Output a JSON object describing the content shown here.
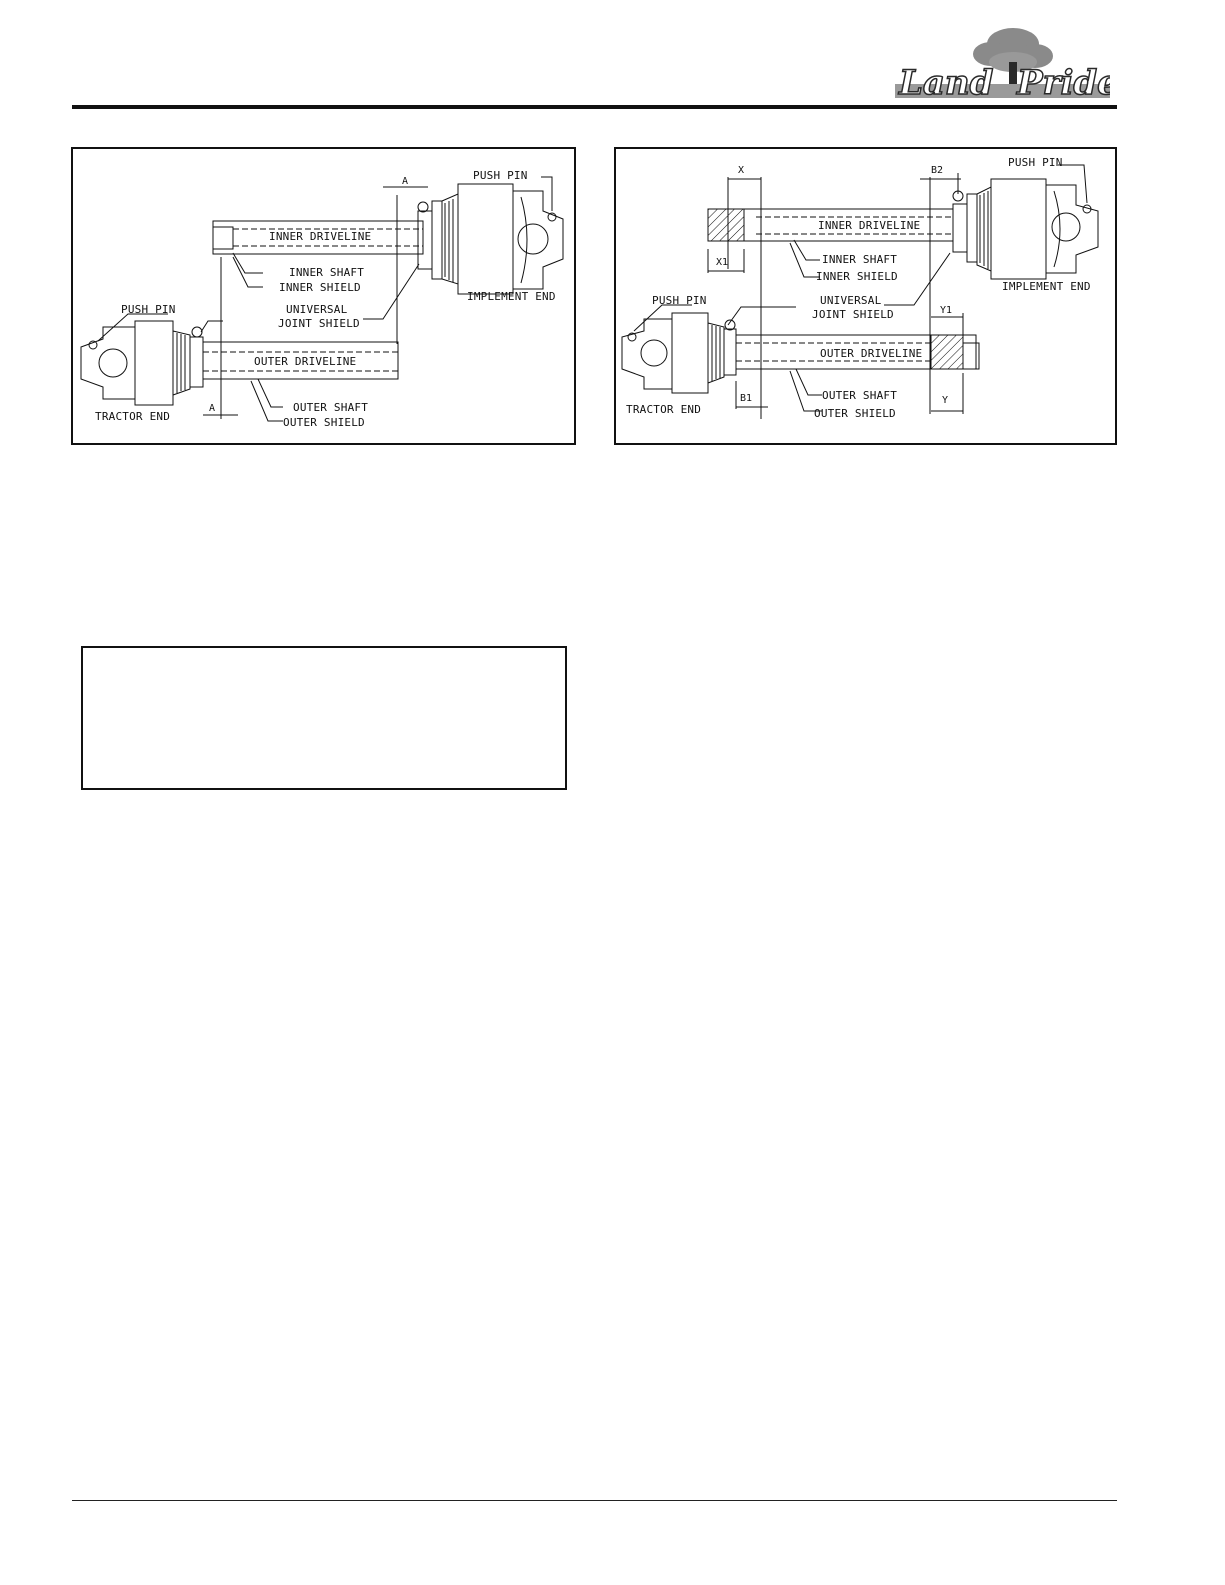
{
  "header": {
    "logo": {
      "text": "LandPride",
      "icon": "tree-icon"
    }
  },
  "figure_left": {
    "labels": {
      "push_pin_implement": "PUSH PIN",
      "dim_a_top": "A",
      "inner_driveline": "INNER DRIVELINE",
      "inner_shaft": "INNER SHAFT",
      "inner_shield": "INNER SHIELD",
      "implement_end": "IMPLEMENT END",
      "push_pin_tractor": "PUSH PIN",
      "universal": "UNIVERSAL",
      "joint_shield": "JOINT SHIELD",
      "outer_driveline": "OUTER DRIVELINE",
      "tractor_end": "TRACTOR END",
      "dim_a_bottom": "A",
      "outer_shaft": "OUTER SHAFT",
      "outer_shield": "OUTER SHIELD"
    }
  },
  "figure_right": {
    "labels": {
      "dim_x": "X",
      "dim_b2": "B2",
      "push_pin_implement": "PUSH PIN",
      "inner_driveline": "INNER DRIVELINE",
      "dim_x1": "X1",
      "inner_shaft": "INNER SHAFT",
      "inner_shield": "INNER SHIELD",
      "implement_end": "IMPLEMENT END",
      "push_pin_tractor": "PUSH PIN",
      "universal": "UNIVERSAL",
      "joint_shield": "JOINT SHIELD",
      "dim_y1": "Y1",
      "outer_driveline": "OUTER DRIVELINE",
      "tractor_end": "TRACTOR END",
      "dim_b1": "B1",
      "outer_shaft": "OUTER SHAFT",
      "dim_y": "Y",
      "outer_shield": "OUTER SHIELD"
    }
  },
  "colors": {
    "ink": "#111111",
    "logo_gray": "#8a8a8a",
    "logo_dark": "#2a2a2a"
  }
}
